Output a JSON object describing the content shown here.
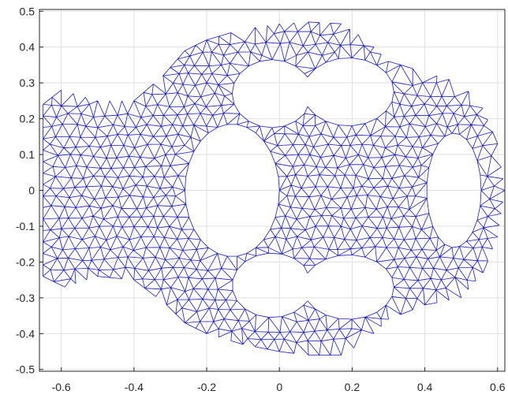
{
  "figure": {
    "background": "#ffffff",
    "axes_background": "#ffffff",
    "axis_color": "#262626",
    "grid_color": "#dfdfdf",
    "mesh_color": "#1a1ab8"
  },
  "chart_data": {
    "type": "mesh",
    "title": "",
    "xlabel": "",
    "ylabel": "",
    "xlim": [
      -0.66,
      0.62
    ],
    "ylim": [
      -0.505,
      0.505
    ],
    "grid": true,
    "legend": "none",
    "xticks": [
      -0.6,
      -0.4,
      -0.2,
      0,
      0.2,
      0.4,
      0.6
    ],
    "xtick_labels": [
      "-0.6",
      "-0.4",
      "-0.2",
      "0",
      "0.2",
      "0.4",
      "0.6"
    ],
    "yticks": [
      0.5,
      0.4,
      0.3,
      0.2,
      0.1,
      0,
      -0.1,
      -0.2,
      -0.3,
      -0.4,
      -0.5
    ],
    "ytick_labels": [
      "0.5",
      "0.4",
      "0.3",
      "0.2",
      "0.1",
      "0",
      "-0.1",
      "-0.2",
      "-0.3",
      "-0.4",
      "-0.5"
    ],
    "outer_boundary": [
      [
        -0.65,
        0.24
      ],
      [
        -0.6,
        0.28
      ],
      [
        -0.5,
        0.25
      ],
      [
        -0.4,
        0.25
      ],
      [
        -0.32,
        0.32
      ],
      [
        -0.26,
        0.39
      ],
      [
        -0.2,
        0.42
      ],
      [
        -0.1,
        0.45
      ],
      [
        0.0,
        0.465
      ],
      [
        0.08,
        0.47
      ],
      [
        0.17,
        0.465
      ],
      [
        0.24,
        0.42
      ],
      [
        0.3,
        0.36
      ],
      [
        0.4,
        0.33
      ],
      [
        0.5,
        0.3
      ],
      [
        0.56,
        0.23
      ],
      [
        0.6,
        0.13
      ],
      [
        0.62,
        0.0
      ],
      [
        0.6,
        -0.13
      ],
      [
        0.56,
        -0.23
      ],
      [
        0.5,
        -0.3
      ],
      [
        0.4,
        -0.32
      ],
      [
        0.3,
        -0.36
      ],
      [
        0.24,
        -0.42
      ],
      [
        0.17,
        -0.46
      ],
      [
        0.08,
        -0.46
      ],
      [
        0.0,
        -0.45
      ],
      [
        -0.1,
        -0.43
      ],
      [
        -0.2,
        -0.4
      ],
      [
        -0.26,
        -0.37
      ],
      [
        -0.31,
        -0.32
      ],
      [
        -0.4,
        -0.25
      ],
      [
        -0.5,
        -0.24
      ],
      [
        -0.59,
        -0.27
      ],
      [
        -0.65,
        -0.24
      ]
    ],
    "holes": [
      {
        "shape": "ellipse",
        "center": [
          -0.13,
          0.0
        ],
        "radii": [
          0.13,
          0.185
        ]
      },
      {
        "shape": "ellipse",
        "center": [
          0.48,
          0.0
        ],
        "radii": [
          0.075,
          0.16
        ]
      },
      {
        "shape": "ellipse",
        "center": [
          -0.02,
          0.27
        ],
        "radii": [
          0.11,
          0.095
        ]
      },
      {
        "shape": "ellipse",
        "center": [
          0.19,
          0.275
        ],
        "radii": [
          0.125,
          0.095
        ]
      },
      {
        "shape": "ellipse",
        "center": [
          -0.02,
          -0.265
        ],
        "radii": [
          0.11,
          0.09
        ]
      },
      {
        "shape": "ellipse",
        "center": [
          0.19,
          -0.27
        ],
        "radii": [
          0.125,
          0.09
        ]
      }
    ],
    "mesh_spacing": 0.033
  }
}
